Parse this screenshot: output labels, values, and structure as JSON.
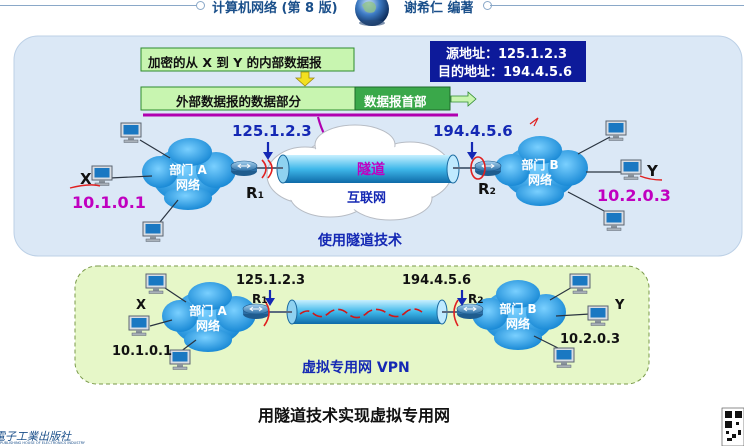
{
  "header": {
    "book_title": "计算机网络 (第 8 版)",
    "author": "谢希仁 编著"
  },
  "top": {
    "inner_datagram": "加密的从 X 到 Y 的内部数据报",
    "outer_data": "外部数据报的数据部分",
    "outer_header": "数据报首部",
    "src_addr": "源地址：125.1.2.3",
    "dst_addr": "目的地址：194.4.5.6",
    "r1_ip": "125.1.2.3",
    "r2_ip": "194.4.5.6",
    "tunnel": "隧道",
    "internet": "互联网",
    "dept_a": [
      "部门 A",
      "网络"
    ],
    "dept_b": [
      "部门 B",
      "网络"
    ],
    "r1": "R",
    "r1_sub": "1",
    "r2": "R",
    "r2_sub": "2",
    "host_x": "X",
    "host_y": "Y",
    "net_a": "10.1.0.1",
    "net_b": "10.2.0.3",
    "caption": "使用隧道技术"
  },
  "bottom": {
    "r1_ip": "125.1.2.3",
    "r2_ip": "194.4.5.6",
    "dept_a": [
      "部门 A",
      "网络"
    ],
    "dept_b": [
      "部门 B",
      "网络"
    ],
    "r1": "R",
    "r1_sub": "1",
    "r2": "R",
    "r2_sub": "2",
    "host_x": "X",
    "host_y": "Y",
    "net_a": "10.1.0.1",
    "net_b": "10.2.0.3",
    "caption": "虚拟专用网 VPN"
  },
  "figure_caption": "用隧道技术实现虚拟专用网",
  "publisher": "電子工業出版社",
  "publisher_en": "PUBLISHING HOUSE OF ELECTRONICS INDUSTRY"
}
